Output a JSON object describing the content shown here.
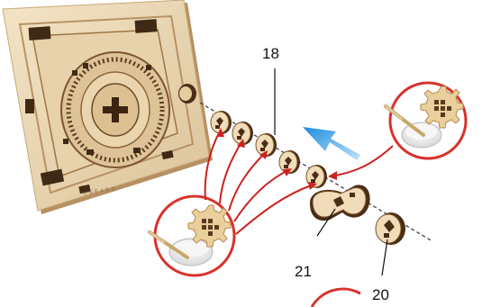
{
  "board": {
    "brand_text": "UGEARS"
  },
  "callouts": {
    "part_18": "18",
    "part_21": "21",
    "part_20": "20"
  },
  "colors": {
    "wood_light": "#ead7b4",
    "wood_dark": "#5b3a1f",
    "callout_circle": "#d8322c",
    "direction_arrow": "#2b95e2",
    "connector_arrow": "#cc2222"
  },
  "icons": {
    "wax": "wax-lubrication-icon",
    "arrow": "direction-arrow-icon"
  }
}
